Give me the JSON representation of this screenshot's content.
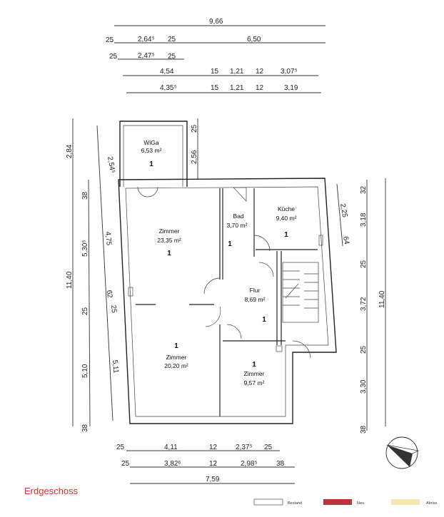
{
  "floor_label": "Erdgeschoss",
  "rooms": [
    {
      "name": "WiGa",
      "area": "6,53 m²",
      "level": "1"
    },
    {
      "name": "Zimmer",
      "area": "23,35 m²",
      "level": "1"
    },
    {
      "name": "Bad",
      "area": "3,70 m²",
      "level": "1"
    },
    {
      "name": "Küche",
      "area": "9,40 m²",
      "level": "1"
    },
    {
      "name": "Flur",
      "area": "8,69 m²",
      "level": "1"
    },
    {
      "name": "Zimmer",
      "area": "20,20 m²",
      "level": "1"
    },
    {
      "name": "Zimmer",
      "area": "9,57 m²",
      "level": "1"
    }
  ],
  "dimensions": {
    "top": [
      [
        "9,66"
      ],
      [
        "25",
        "2,64⁵",
        "25",
        "6,50"
      ],
      [
        "25",
        "2,47⁵",
        "25"
      ],
      [
        "4,54",
        "15",
        "1,21",
        "12",
        "3,07⁵"
      ],
      [
        "4,35⁵",
        "15",
        "1,21",
        "12",
        "3,19"
      ]
    ],
    "bottom": [
      [
        "25",
        "4,11",
        "12",
        "2,37⁵",
        "25"
      ],
      [
        "25",
        "3,82⁶",
        "12",
        "2,98⁵",
        "38"
      ],
      [
        "7,59"
      ]
    ],
    "left_outer": [
      "2,84",
      "11,40"
    ],
    "left_inner": [
      "38",
      "5,30⁵",
      "25",
      "5,10",
      "38"
    ],
    "left_slanted": [
      "2,54⁵",
      "4,75",
      "62",
      "25",
      "5,11"
    ],
    "wiga_side": [
      "25",
      "2,56"
    ],
    "right_slanted": [
      "2,25",
      "64"
    ],
    "right_inner": [
      "32",
      "3,18",
      "25",
      "3,72",
      "25",
      "3,30",
      "38"
    ],
    "right_outer": [
      "11,40"
    ]
  },
  "legend": [
    {
      "label": "Bestand",
      "color": "#ffffff"
    },
    {
      "label": "Neu",
      "color": "#c0323a"
    },
    {
      "label": "Abriss",
      "color": "#f3e9b0"
    }
  ]
}
